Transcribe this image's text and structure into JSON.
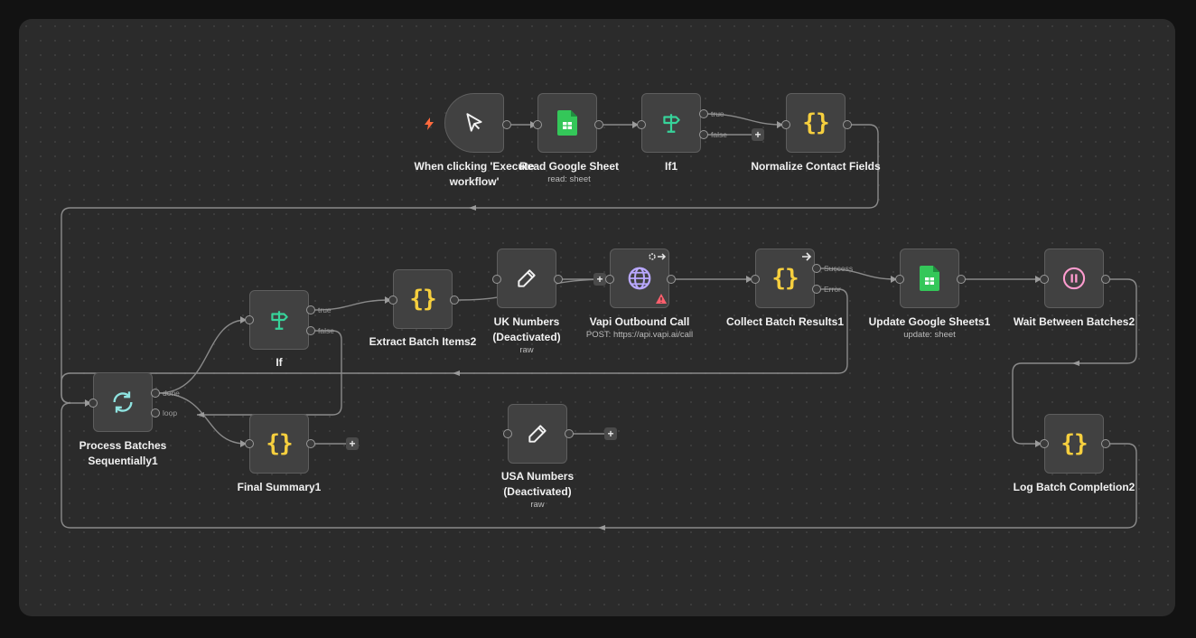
{
  "workflow": {
    "nodes": {
      "trigger": {
        "label": "When clicking 'Execute workflow'",
        "icon": "cursor-icon"
      },
      "read_sheet": {
        "label": "Read Google Sheet",
        "sub": "read: sheet",
        "icon": "google-sheets-icon"
      },
      "if1": {
        "label": "If1",
        "icon": "signpost-icon"
      },
      "normalize": {
        "label": "Normalize Contact Fields",
        "icon": "code-braces-icon"
      },
      "process_batches": {
        "label": "Process Batches Sequentially1",
        "icon": "loop-icon"
      },
      "if": {
        "label": "If",
        "icon": "signpost-icon"
      },
      "extract": {
        "label": "Extract Batch Items2",
        "icon": "code-braces-icon"
      },
      "uk_numbers": {
        "label": "UK Numbers (Deactivated)",
        "sub": "raw",
        "icon": "pencil-icon"
      },
      "vapi": {
        "label": "Vapi Outbound Call",
        "sub": "POST: https://api.vapi.ai/call",
        "icon": "globe-icon"
      },
      "collect": {
        "label": "Collect Batch Results1",
        "icon": "code-braces-icon"
      },
      "update_sheets": {
        "label": "Update Google Sheets1",
        "sub": "update: sheet",
        "icon": "google-sheets-icon"
      },
      "wait": {
        "label": "Wait Between Batches2",
        "icon": "pause-icon"
      },
      "final_summary": {
        "label": "Final Summary1",
        "icon": "code-braces-icon"
      },
      "usa_numbers": {
        "label": "USA Numbers (Deactivated)",
        "sub": "raw",
        "icon": "pencil-icon"
      },
      "log": {
        "label": "Log Batch Completion2",
        "icon": "code-braces-icon"
      }
    },
    "ports": {
      "true": "true",
      "false": "false",
      "done": "done",
      "loop": "loop",
      "success": "Success",
      "error": "Error"
    },
    "plus_symbol": "+",
    "colors": {
      "canvas": "#2b2b2b",
      "node_bg": "#414141",
      "edge": "#8a8a8a",
      "code_yellow": "#f6cf3e",
      "sheets_green": "#34c759",
      "if_green": "#37d39a",
      "loop_cyan": "#8fe3e0",
      "vapi_purple": "#b9a8ff",
      "wait_pink": "#ff9ccf",
      "trigger_orange": "#ff6a3d",
      "warning_red": "#ff5f6d"
    }
  }
}
